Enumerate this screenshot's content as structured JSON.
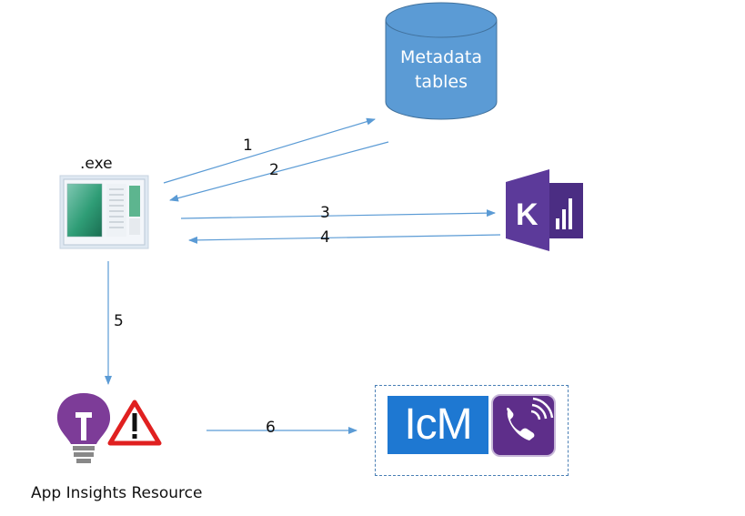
{
  "exe_label": ".exe",
  "database": {
    "line1": "Metadata",
    "line2": "tables"
  },
  "arrows": {
    "a1": "1",
    "a2": "2",
    "a3": "3",
    "a4": "4",
    "a5": "5",
    "a6": "6"
  },
  "app_insights_label": "App Insights Resource",
  "icm_text": "IcM",
  "colors": {
    "arrow": "#5b9bd5",
    "db_fill": "#5b9bd5",
    "kusto_purple": "#4b2d83",
    "icm_blue": "#1e78d2",
    "phone_purple": "#5e2e8a",
    "bulb_purple": "#7d3c98",
    "warning_red": "#e02020"
  },
  "icons": [
    "exe-window-icon",
    "database-icon",
    "kusto-icon",
    "lightbulb-icon",
    "warning-icon",
    "phone-icon"
  ]
}
